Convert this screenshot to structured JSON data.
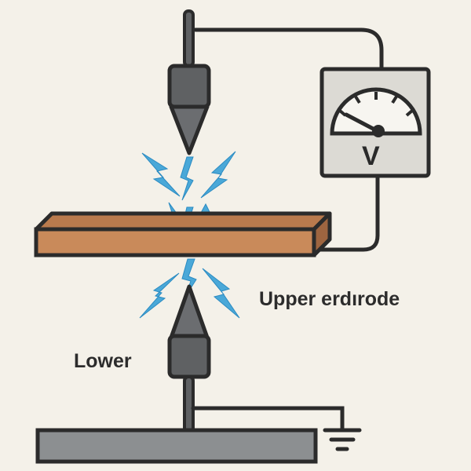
{
  "labels": {
    "upper_electrode": "Upper erdırode",
    "lower_electrode": "Lower"
  },
  "meter": {
    "unit": "V",
    "type": "voltmeter"
  },
  "colors": {
    "background": "#f4f1e9",
    "wire": "#2b2b2b",
    "electrode_body": "#5f6163",
    "plate": "#c98a5a",
    "base": "#8c8f91",
    "spark": "#4aa8d8",
    "meter_face": "#f7f5f0",
    "meter_case": "#dcdad4"
  },
  "icons": {
    "ground": "ground-symbol-icon",
    "meter": "voltmeter-icon",
    "spark": "spark-icon"
  }
}
